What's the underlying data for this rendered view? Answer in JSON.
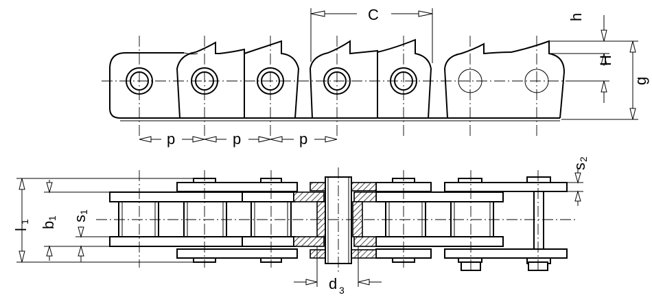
{
  "labels": {
    "C": "C",
    "h": "h",
    "H": "H",
    "g": "g",
    "p": "p",
    "s2_base": "s",
    "s2_sub": "2",
    "l1_base": "l",
    "l1_sub": "1",
    "b1_base": "b",
    "b1_sub": "1",
    "s1_base": "s",
    "s1_sub": "1",
    "d3_base": "d",
    "d3_sub": "3"
  }
}
